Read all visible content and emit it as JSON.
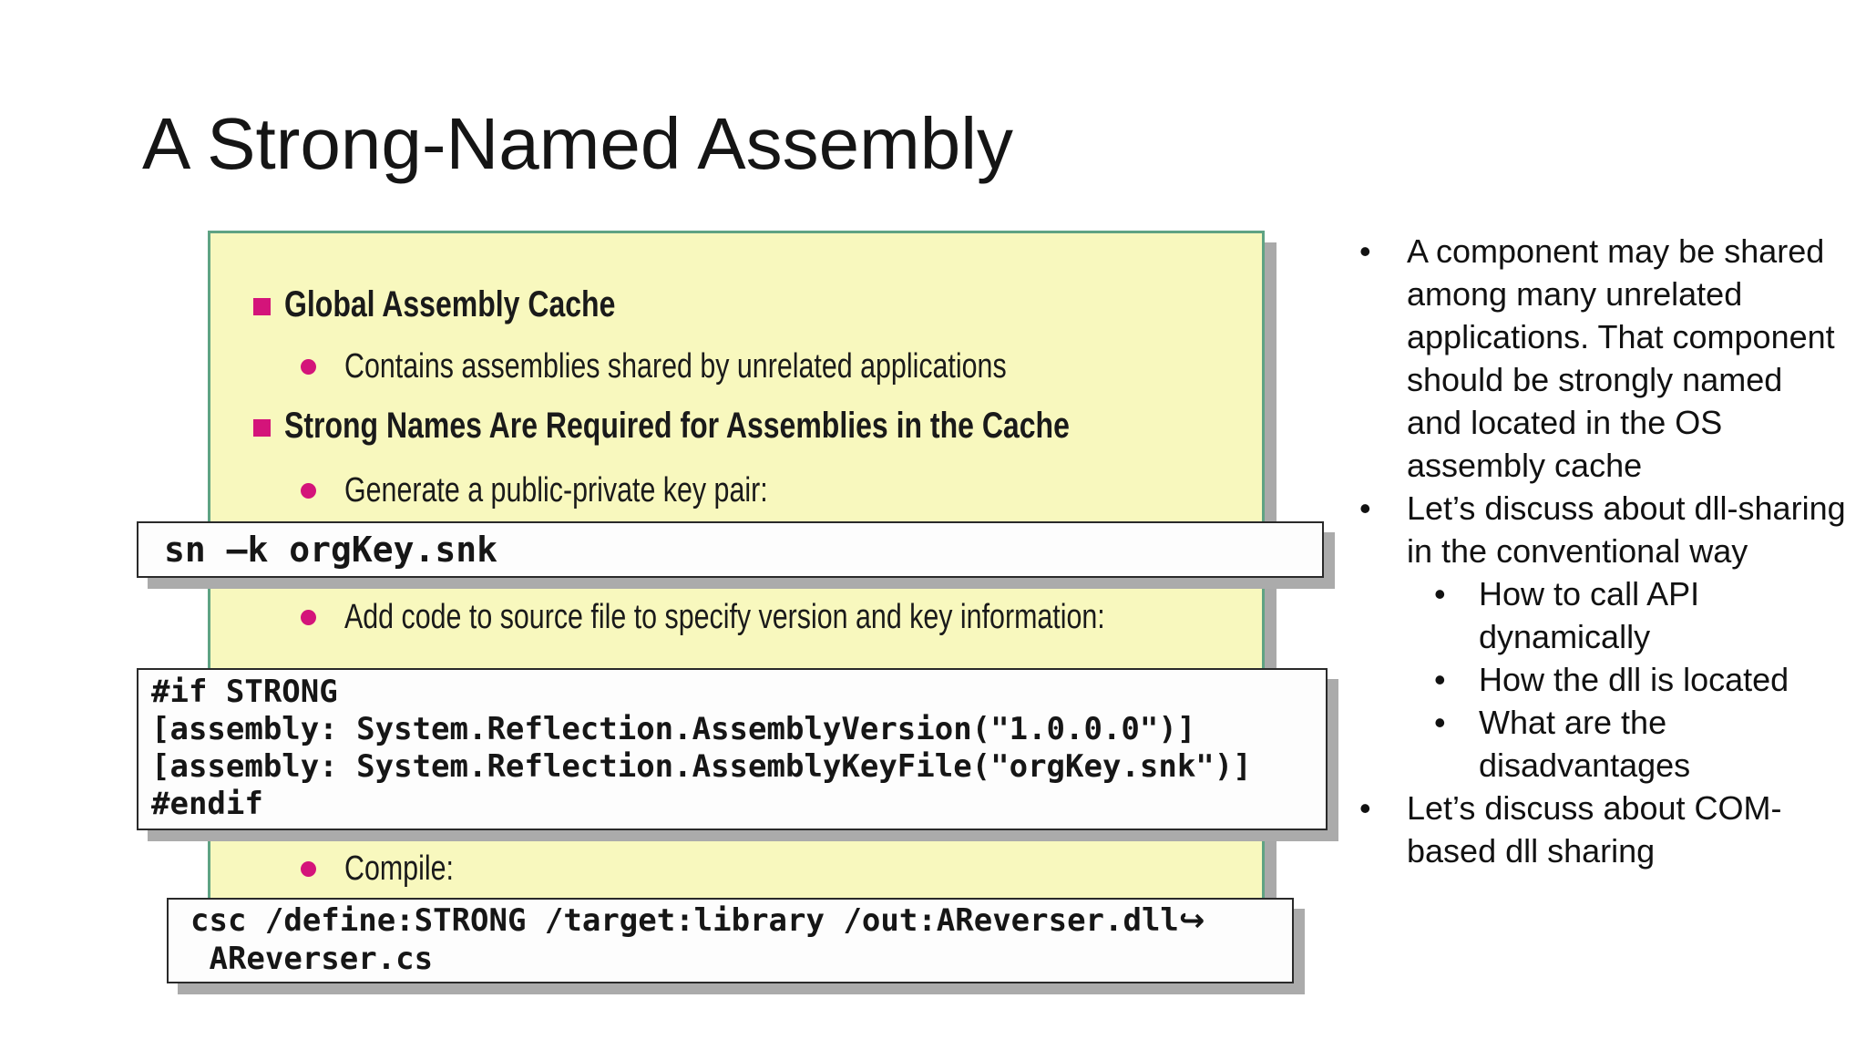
{
  "slide": {
    "title": "A Strong-Named Assembly"
  },
  "box": {
    "heading1": "Global Assembly Cache",
    "sub1": "Contains assemblies shared by unrelated applications",
    "heading2": "Strong Names Are Required for Assemblies in the Cache",
    "sub2": "Generate a public-private key pair:",
    "sub3": "Add code to source file to specify version and key information:",
    "sub4": "Compile:"
  },
  "code1": {
    "line1": "sn –k orgKey.snk"
  },
  "code2": {
    "line1": "#if STRONG",
    "line2": "[assembly: System.Reflection.AssemblyVersion(\"1.0.0.0\")]",
    "line3": "[assembly: System.Reflection.AssemblyKeyFile(\"orgKey.snk\")]",
    "line4": "#endif"
  },
  "code3": {
    "line1": "csc /define:STRONG /target:library /out:AReverser.dll",
    "continuation": "↪",
    "line2": " AReverser.cs"
  },
  "notes": {
    "bullet1": "A component may be shared among many unrelated applications. That component should be strongly named and located in the OS assembly cache",
    "bullet2": "Let’s discuss about dll-sharing in the conventional way",
    "sub1": "How to call API dynamically",
    "sub2": "How the dll is located",
    "sub3": "What are the disadvantages",
    "bullet3": "Let’s discuss about COM-based dll sharing"
  },
  "colors": {
    "panel_fill": "#F8F8BE",
    "panel_border": "#5FA383",
    "bullet_magenta": "#D4147A",
    "shadow_gray": "#ABABAB",
    "code_border": "#2A2A2A",
    "background": "#FFFFFF",
    "text": "#1A1A1A"
  }
}
